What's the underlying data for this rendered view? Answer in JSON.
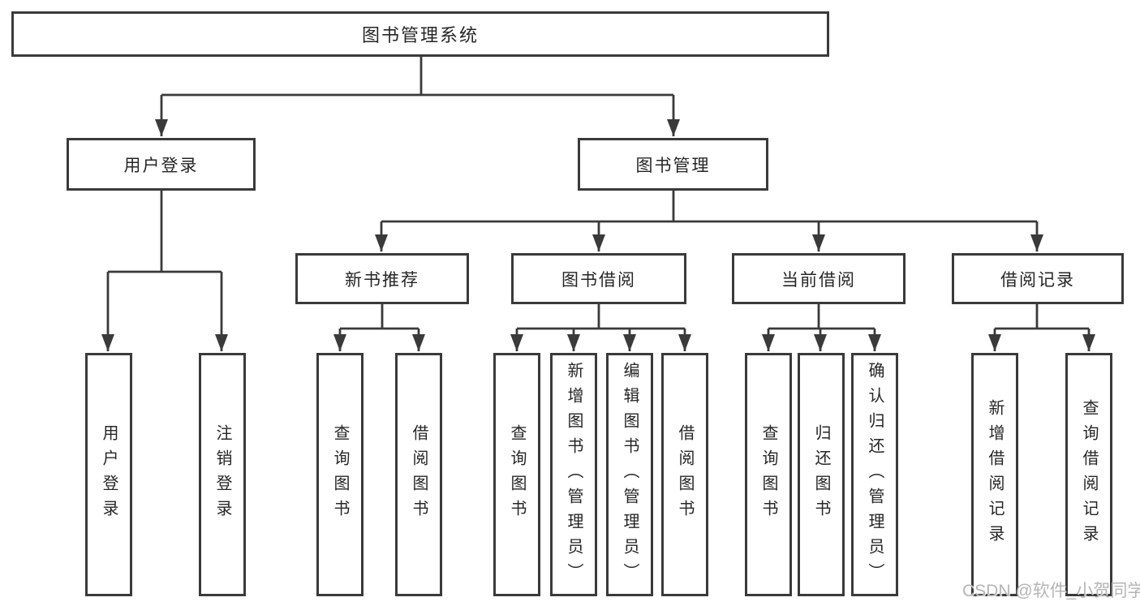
{
  "diagram": {
    "title": "图书管理系统",
    "watermark": "CSDN @软件_小贺同学",
    "colors": {
      "background": "#ffffff",
      "line": "#3a3a3a",
      "box_border": "#3a3a3a",
      "text": "#262626",
      "watermark": "#b5b5b5"
    },
    "tree": {
      "root": {
        "label": "图书管理系统"
      },
      "branches": [
        {
          "label": "用户登录",
          "children": [
            {
              "label": "用户登录"
            },
            {
              "label": "注销登录"
            }
          ]
        },
        {
          "label": "图书管理",
          "children": [
            {
              "label": "新书推荐",
              "children": [
                {
                  "label": "查询图书"
                },
                {
                  "label": "借阅图书"
                }
              ]
            },
            {
              "label": "图书借阅",
              "children": [
                {
                  "label": "查询图书"
                },
                {
                  "label": "新增图书（管理员）"
                },
                {
                  "label": "编辑图书（管理员）"
                },
                {
                  "label": "借阅图书"
                }
              ]
            },
            {
              "label": "当前借阅",
              "children": [
                {
                  "label": "查询图书"
                },
                {
                  "label": "归还图书"
                },
                {
                  "label": "确认归还（管理员）"
                }
              ]
            },
            {
              "label": "借阅记录",
              "children": [
                {
                  "label": "新增借阅记录"
                },
                {
                  "label": "查询借阅记录"
                }
              ]
            }
          ]
        }
      ]
    }
  }
}
